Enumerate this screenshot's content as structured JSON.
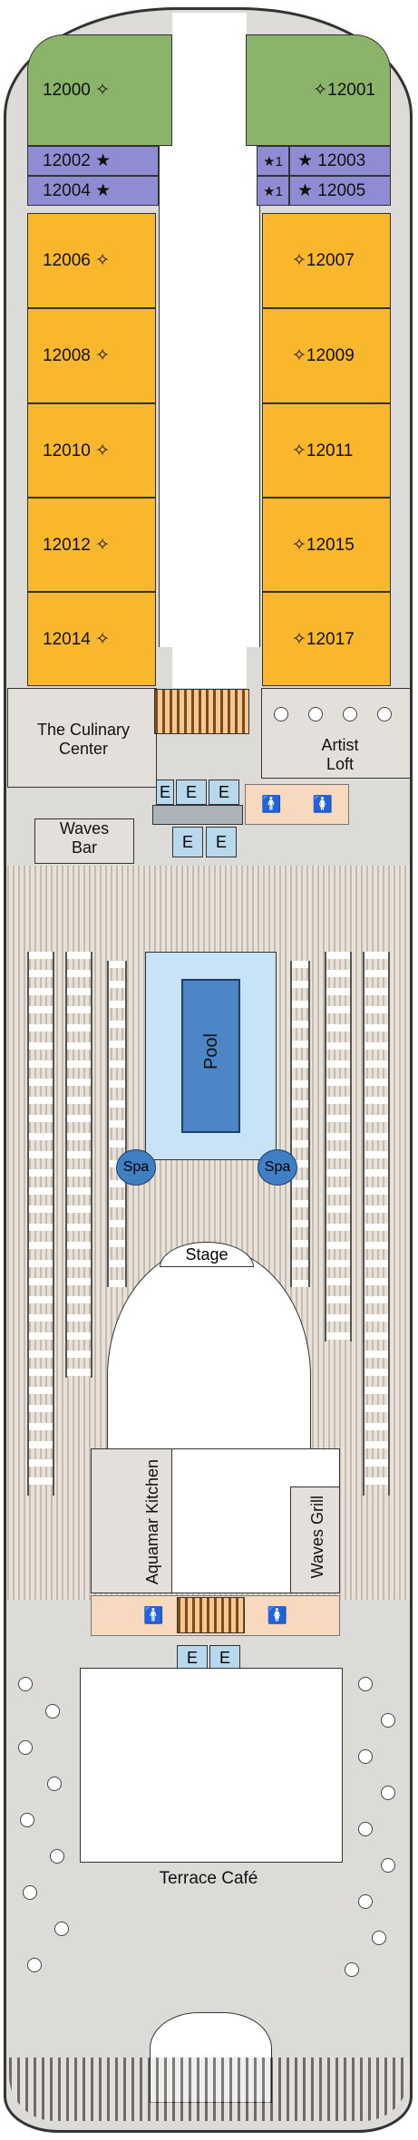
{
  "deck_plan": {
    "cabins": {
      "c12000": "12000 ✧",
      "c12001": "✧12001",
      "c12002": "12002 ★",
      "c12003": "★ 12003",
      "c12004": "12004 ★",
      "c12005": "★ 12005",
      "c12006": "12006 ✧",
      "c12007": "✧12007",
      "c12008": "12008 ✧",
      "c12009": "✧12009",
      "c12010": "12010 ✧",
      "c12011": "✧12011",
      "c12012": "12012 ✧",
      "c12015": "✧12015",
      "c12014": "12014 ✧",
      "c12017": "✧12017",
      "star_1": "★1",
      "star_1b": "★1"
    },
    "venues": {
      "culinary_center": "The Culinary\nCenter",
      "artist_loft": "Artist\nLoft",
      "waves_bar": "Waves\nBar",
      "pool": "Pool",
      "spa_left": "Spa",
      "spa_right": "Spa",
      "stage": "Stage",
      "aquamar_kitchen": "Aquamar Kitchen",
      "waves_grill": "Waves Grill",
      "terrace_cafe": "Terrace Café"
    },
    "elevator_label": "E",
    "restroom_men": "🚹",
    "restroom_women": "🚺",
    "colors": {
      "green_cabin": "#8bb36a",
      "purple_cabin": "#8f8cd3",
      "orange_cabin": "#f8b72c",
      "elevator": "#b8d8ee",
      "pool": "#4d86c6",
      "restroom": "#f7d9bf"
    }
  }
}
